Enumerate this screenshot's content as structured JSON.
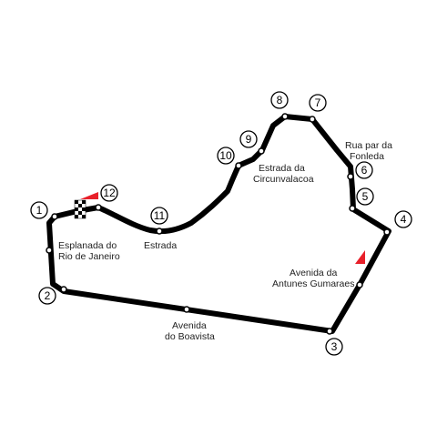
{
  "map": {
    "track_color": "#000000",
    "marker_fill": "#ffffff",
    "start_flag_color": "#e8202a",
    "direction_arrow_color": "#e8202a",
    "corners": [
      "1",
      "2",
      "3",
      "4",
      "5",
      "6",
      "7",
      "8",
      "9",
      "10",
      "11",
      "12"
    ],
    "labels": {
      "esplanada_line1": "Esplanada do",
      "esplanada_line2": "Rio de Janeiro",
      "estrada": "Estrada",
      "circunvalacoa_line1": "Estrada da",
      "circunvalacoa_line2": "Circunvalacoa",
      "rua_line1": "Rua par da",
      "rua_line2": "Fonleda",
      "antunes_line1": "Avenida da",
      "antunes_line2": "Antunes Gumaraes",
      "boavista_line1": "Avenida",
      "boavista_line2": "do Boavista"
    },
    "icons": [
      "checkered-flag-icon",
      "red-flag-icon",
      "direction-arrow-icon"
    ]
  }
}
